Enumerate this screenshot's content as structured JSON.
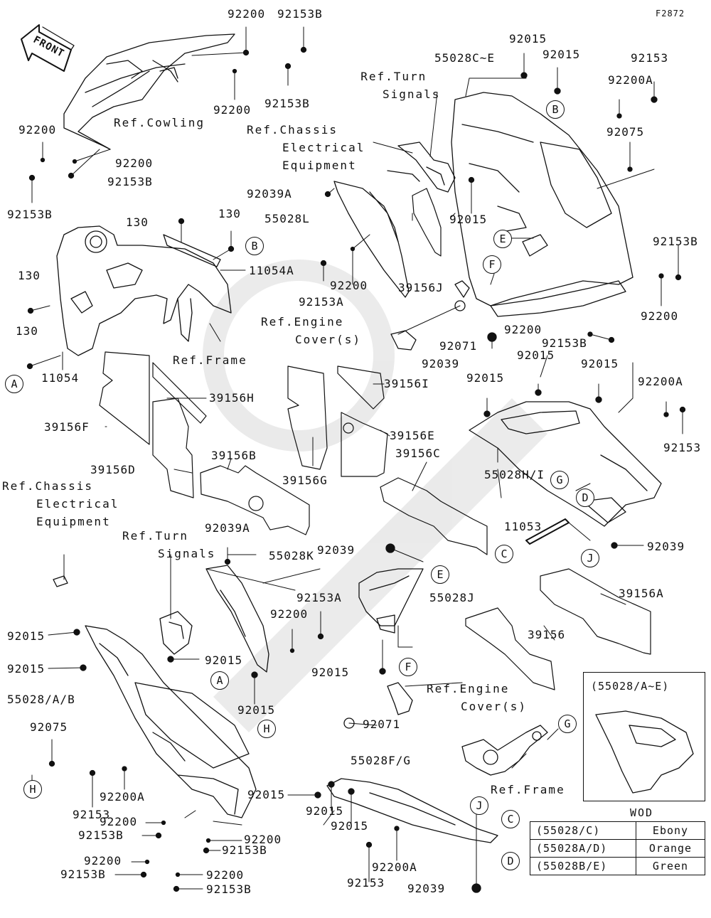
{
  "figure_number": "F2872",
  "front_label": "FRONT",
  "part_labels": {
    "top_92200_a": "92200",
    "top_92153B_a": "92153B",
    "top_92200_b": "92200",
    "top_92153B_b": "92153B",
    "left_92200_a": "92200",
    "left_92200_b": "92200",
    "left_92153B_b": "92153B",
    "left_92153B_a": "92153B",
    "p130_a": "130",
    "p130_b": "130",
    "p130_c": "130",
    "p130_d": "130",
    "p11054A": "11054A",
    "p11054": "11054",
    "p39156H": "39156H",
    "p39156F": "39156F",
    "p39156D": "39156D",
    "p39156B": "39156B",
    "p39156G": "39156G",
    "p39156I": "39156I",
    "p39156E": "39156E",
    "p39156C": "39156C",
    "p39156J": "39156J",
    "p39156A": "39156A",
    "p39156": "39156",
    "p55028CE": "55028C~E",
    "p92015_t1": "92015",
    "p92015_t2": "92015",
    "p92153_tr": "92153",
    "p92200A_tr": "92200A",
    "p92075_tr": "92075",
    "p92039A_u": "92039A",
    "p55028L": "55028L",
    "p92015_m": "92015",
    "p92200_m": "92200",
    "p92153A_m": "92153A",
    "p92153B_r": "92153B",
    "p92200_r": "92200",
    "p92200_r2": "92200",
    "p92153B_r2": "92153B",
    "p92071_u": "92071",
    "p92039_u": "92039",
    "p92015_c1": "92015",
    "p92015_c2": "92015",
    "p92015_c3": "92015",
    "p92200A_r3": "92200A",
    "p92153_r3": "92153",
    "p55028HI": "55028H/I",
    "p11053": "11053",
    "p92039_r": "92039",
    "p92039A_l": "92039A",
    "p55028K": "55028K",
    "p92039_m": "92039",
    "p55028J": "55028J",
    "p92153A_l": "92153A",
    "p92200_l": "92200",
    "p92015_l1": "92015",
    "p92015_l2": "92015",
    "p92015_l3": "92015",
    "p92015_l4": "92015",
    "p92015_l5": "92015",
    "p55028AB": "55028/A/B",
    "p92075_l": "92075",
    "p92153_l": "92153",
    "p92200A_l": "92200A",
    "p92200_b1": "92200",
    "p92153B_b1": "92153B",
    "p92200_b2": "92200",
    "p92153B_b2": "92153B",
    "p92200_b3": "92200",
    "p92153B_b3": "92153B",
    "p92200_b4": "92200",
    "p92153B_b4": "92153B",
    "p92015_b1": "92015",
    "p92015_b2": "92015",
    "p92015_b3": "92015",
    "p55028FG": "55028F/G",
    "p92071_l": "92071",
    "p92200A_b": "92200A",
    "p92153_b": "92153",
    "p92039_b": "92039"
  },
  "references": {
    "cowling": "Ref.Cowling",
    "turn_signals_top": [
      "Ref.Turn",
      "Signals"
    ],
    "chassis_elec_top": [
      "Ref.Chassis",
      "Electrical",
      "Equipment"
    ],
    "frame_top": "Ref.Frame",
    "engine_cover_top": [
      "Ref.Engine",
      "Cover(s)"
    ],
    "chassis_elec_left": [
      "Ref.Chassis",
      "Electrical",
      "Equipment"
    ],
    "turn_signals_left": [
      "Ref.Turn",
      "Signals"
    ],
    "engine_cover_bottom": [
      "Ref.Engine",
      "Cover(s)"
    ],
    "frame_bottom": "Ref.Frame"
  },
  "callouts": {
    "A1": "A",
    "A2": "A",
    "B1": "B",
    "B2": "B",
    "C1": "C",
    "C2": "C",
    "D1": "D",
    "D2": "D",
    "E1": "E",
    "E2": "E",
    "F1": "F",
    "F2": "F",
    "G1": "G",
    "G2": "G",
    "H1": "H",
    "H2": "H",
    "J1": "J",
    "J2": "J"
  },
  "variant_box": {
    "title": "(55028/A~E)",
    "color_code": "WOD",
    "color_table": [
      {
        "part": "(55028/C)",
        "color": "Ebony"
      },
      {
        "part": "(55028A/D)",
        "color": "Orange"
      },
      {
        "part": "(55028B/E)",
        "color": "Green"
      }
    ]
  }
}
